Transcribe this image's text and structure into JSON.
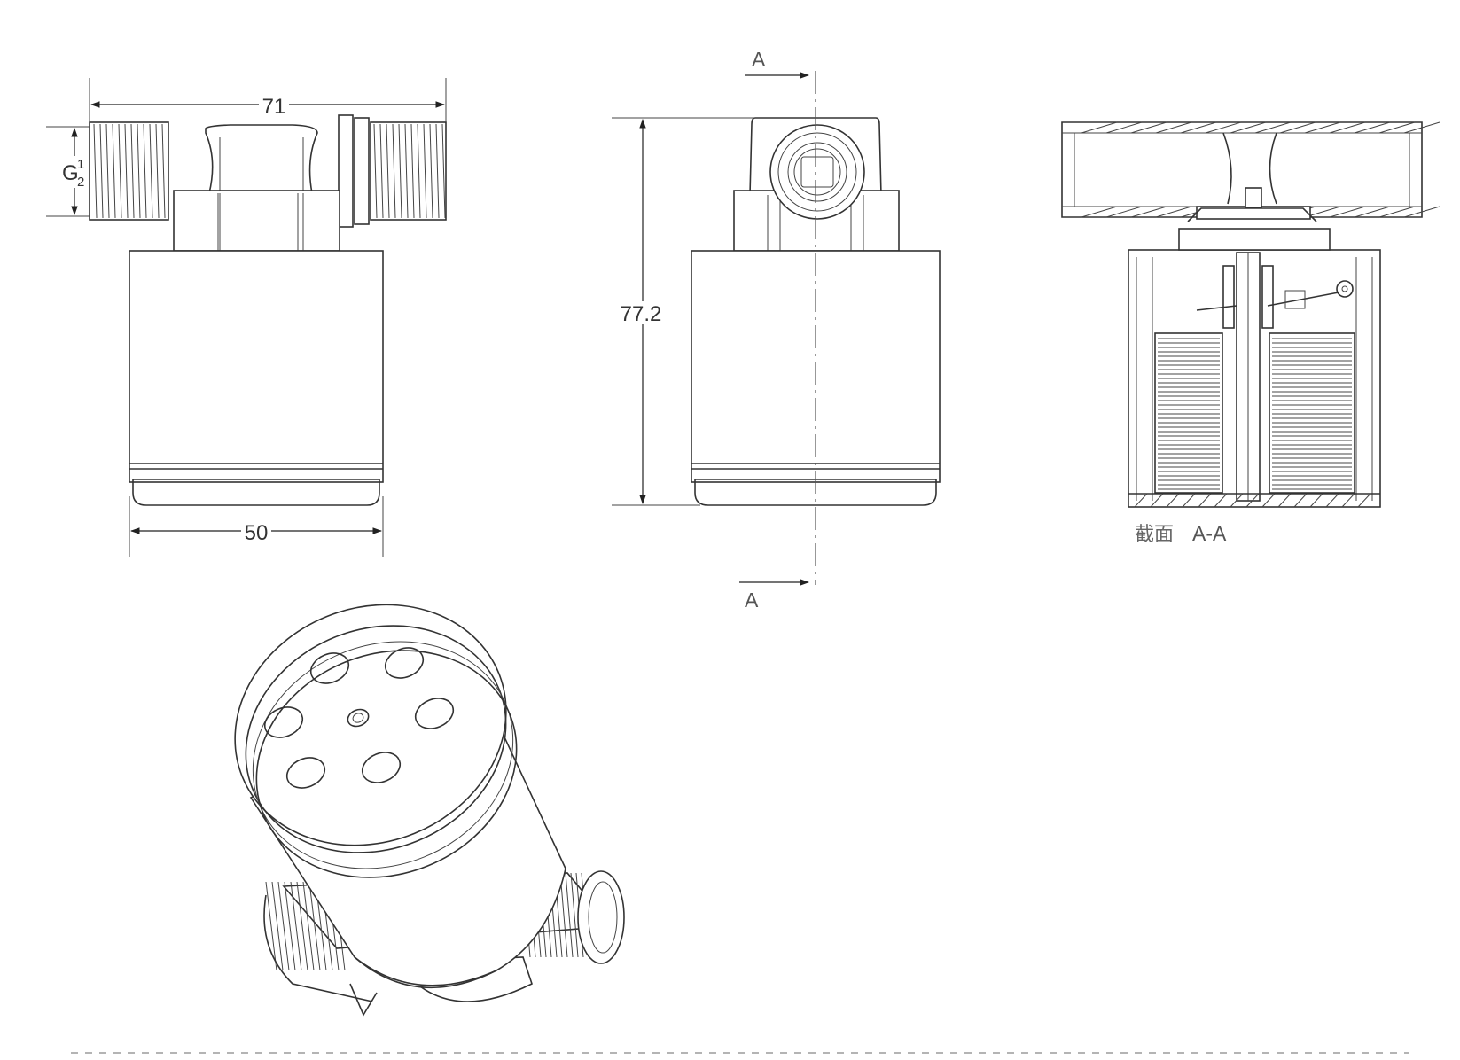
{
  "front_view": {
    "width_top_label": "71",
    "width_bottom_label": "50",
    "thread_label_main": "G",
    "thread_label_num": "1",
    "thread_label_den": "2"
  },
  "side_view": {
    "height_label": "77.2",
    "section_marker_top": "A",
    "section_marker_bottom": "A"
  },
  "section_view": {
    "caption_cn": "截面",
    "caption_id": "A-A"
  },
  "iso_view": {}
}
